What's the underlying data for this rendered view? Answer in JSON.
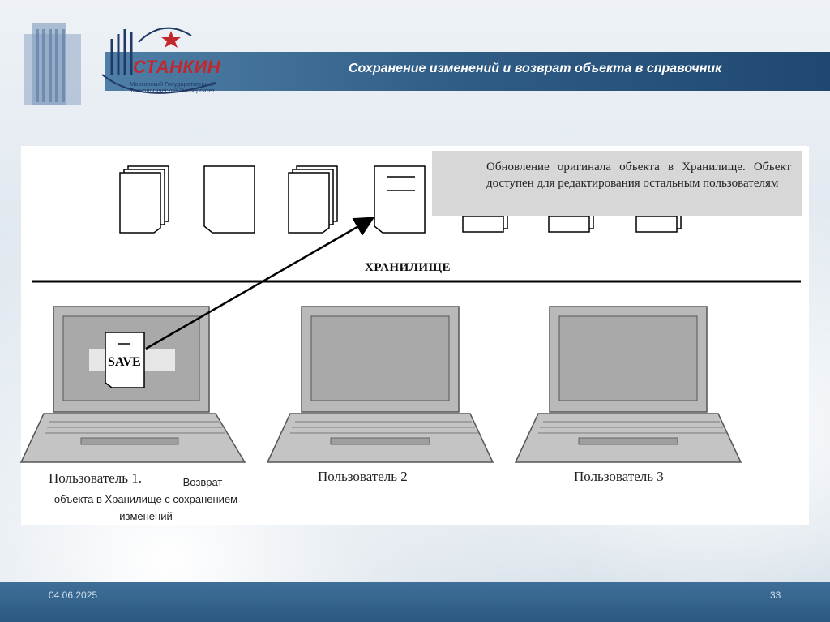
{
  "slide": {
    "title": "Сохранение изменений и возврат объекта в справочник",
    "date": "04.06.2025",
    "page_number": "33"
  },
  "logo": {
    "name": "СТАНКИН",
    "subtitle": "Московский Государственный Технологический Университет"
  },
  "diagram": {
    "callout": "Обновление оригинала объекта в Хранилище. Объект доступен для редактирования остальным пользователям",
    "storage_label": "ХРАНИЛИЩЕ",
    "save_label": "SAVE",
    "users": [
      {
        "label": "Пользователь 1.",
        "description": "Возврат объекта в Хранилище с сохранением изменений"
      },
      {
        "label": "Пользователь 2"
      },
      {
        "label": "Пользователь 3"
      }
    ]
  },
  "colors": {
    "title_bar": "#2f5c85",
    "accent_red": "#c2272d",
    "laptop_gray": "#b9b9b9"
  }
}
